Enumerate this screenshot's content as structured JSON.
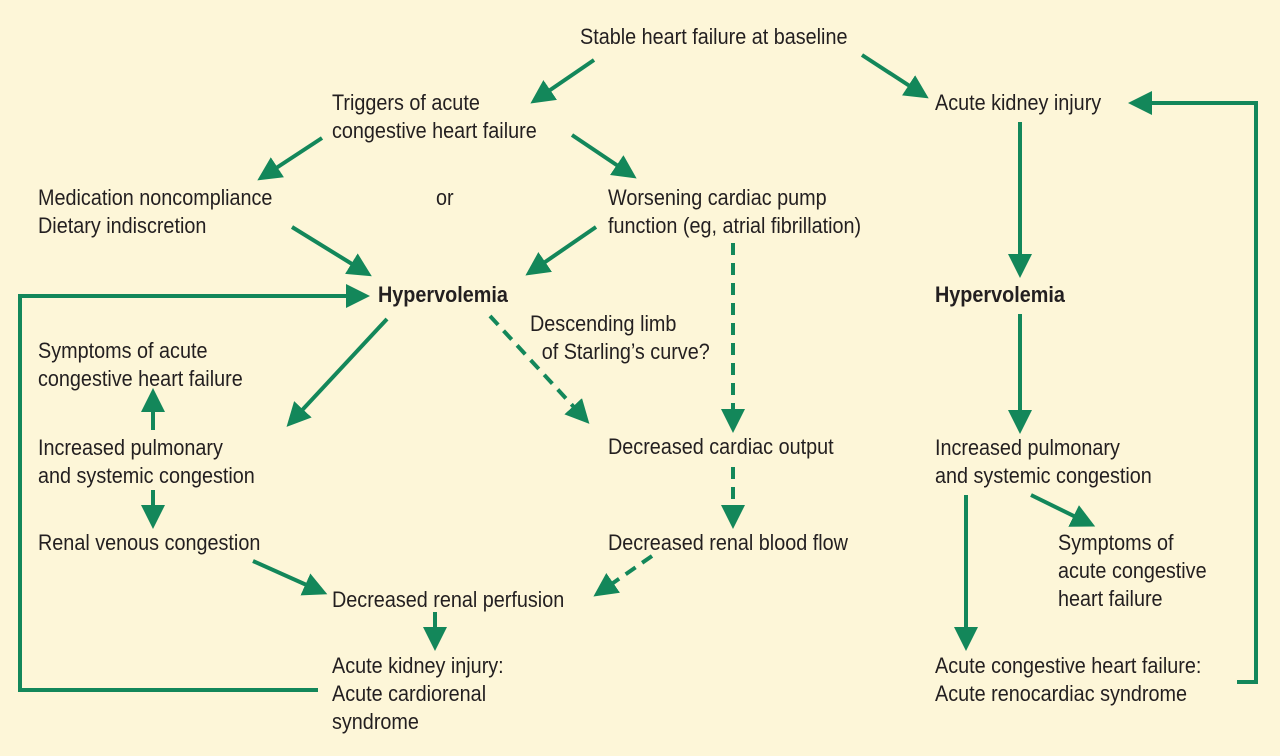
{
  "colors": {
    "arrow": "#13875a",
    "background": "#fdf6d8",
    "text": "#231f20"
  },
  "nodes": {
    "stable": "Stable heart failure at baseline",
    "triggers": [
      "Triggers of acute",
      "congestive heart failure"
    ],
    "medication": [
      "Medication noncompliance",
      "Dietary indiscretion"
    ],
    "or": "or",
    "worsening": [
      "Worsening cardiac pump",
      "function (eg, atrial fibrillation)"
    ],
    "hypervolemia_left": "Hypervolemia",
    "starling": [
      "Descending limb",
      "of Starling’s curve?"
    ],
    "symptoms_left": [
      "Symptoms of acute",
      "congestive heart failure"
    ],
    "increased_left": [
      "Increased pulmonary",
      "and systemic congestion"
    ],
    "renal_venous": "Renal venous congestion",
    "decreased_co": "Decreased cardiac output",
    "decreased_rbf": "Decreased renal blood flow",
    "decreased_rp": "Decreased renal perfusion",
    "aki_left": [
      "Acute kidney injury:",
      "Acute cardiorenal",
      "syndrome"
    ],
    "aki_right": "Acute kidney injury",
    "hypervolemia_right": "Hypervolemia",
    "increased_right": [
      "Increased pulmonary",
      "and systemic congestion"
    ],
    "symptoms_right": [
      "Symptoms of",
      "acute congestive",
      "heart failure"
    ],
    "achf_right": [
      "Acute congestive heart failure:",
      "Acute renocardiac syndrome"
    ]
  }
}
